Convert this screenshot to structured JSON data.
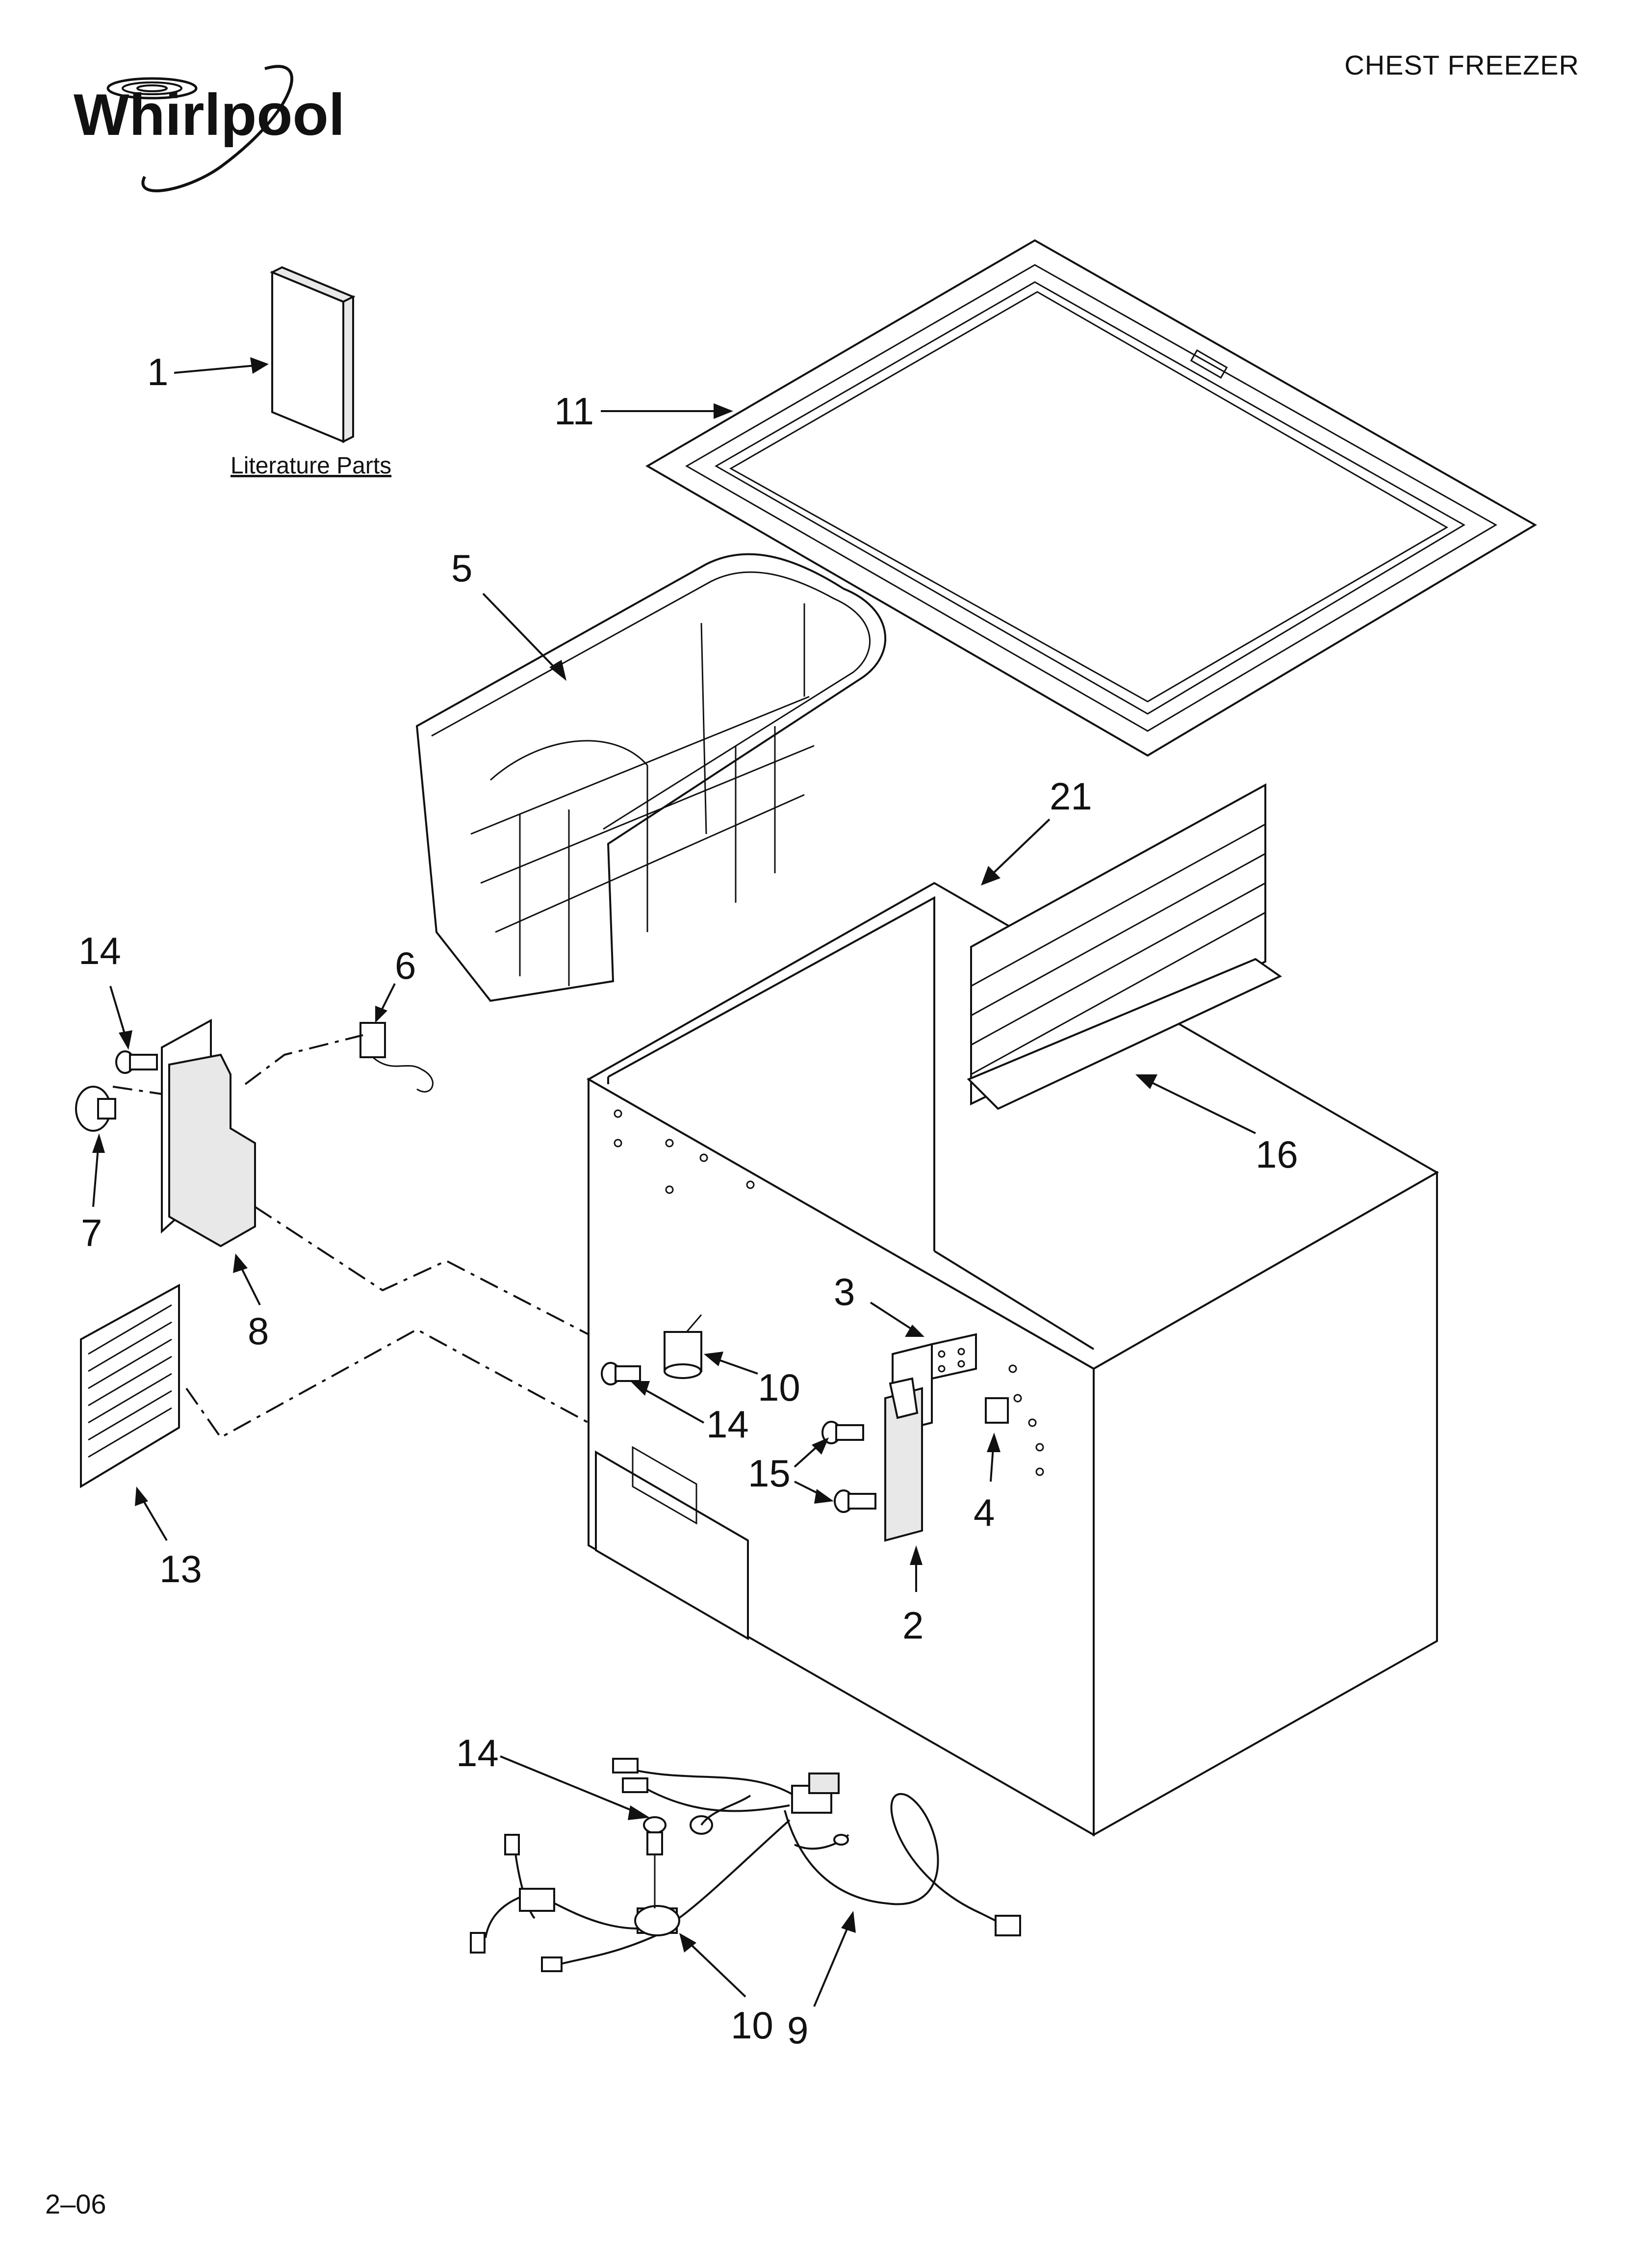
{
  "page": {
    "title": "CHEST FREEZER",
    "code": "2–06",
    "brand": "Whirlpool"
  },
  "literature": {
    "label": "Literature Parts"
  },
  "callouts": {
    "c1": "1",
    "c2": "2",
    "c3": "3",
    "c4": "4",
    "c5": "5",
    "c6": "6",
    "c7": "7",
    "c8": "8",
    "c9": "9",
    "c10a": "10",
    "c10b": "10",
    "c11": "11",
    "c13": "13",
    "c14a": "14",
    "c14b": "14",
    "c14c": "14",
    "c15": "15",
    "c16": "16",
    "c21": "21"
  }
}
